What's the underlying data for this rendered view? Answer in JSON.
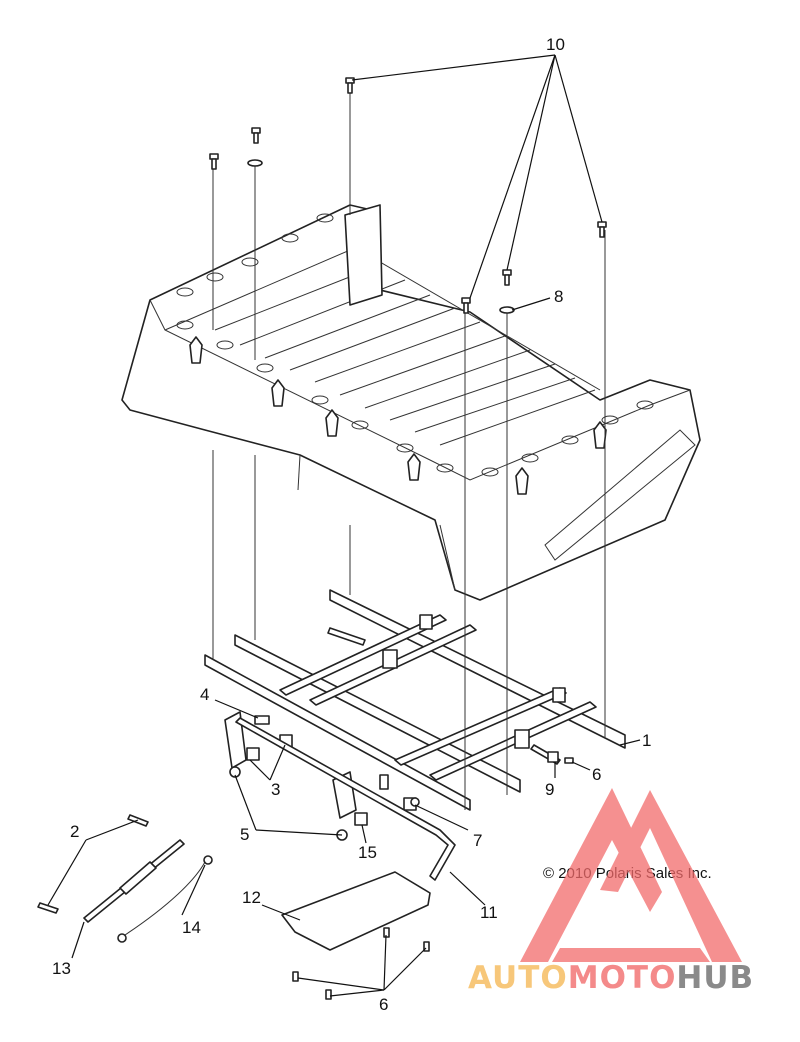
{
  "diagram": {
    "copyright": "© 2010 Polaris Sales Inc.",
    "callouts": [
      {
        "id": "c1",
        "text": "1"
      },
      {
        "id": "c2",
        "text": "2"
      },
      {
        "id": "c3",
        "text": "3"
      },
      {
        "id": "c4",
        "text": "4"
      },
      {
        "id": "c5",
        "text": "5"
      },
      {
        "id": "c6a",
        "text": "6"
      },
      {
        "id": "c6b",
        "text": "6"
      },
      {
        "id": "c7",
        "text": "7"
      },
      {
        "id": "c8",
        "text": "8"
      },
      {
        "id": "c9",
        "text": "9"
      },
      {
        "id": "c10",
        "text": "10"
      },
      {
        "id": "c11",
        "text": "11"
      },
      {
        "id": "c12",
        "text": "12"
      },
      {
        "id": "c13",
        "text": "13"
      },
      {
        "id": "c14",
        "text": "14"
      },
      {
        "id": "c15",
        "text": "15"
      }
    ]
  },
  "watermark": {
    "part1": "AUTO",
    "part2": "MOTO",
    "part3": "HUB",
    "color1": "#f7c77a",
    "color2": "#f48a8a",
    "color3": "#8a8a8a",
    "logo_color": "#f26b6b"
  }
}
